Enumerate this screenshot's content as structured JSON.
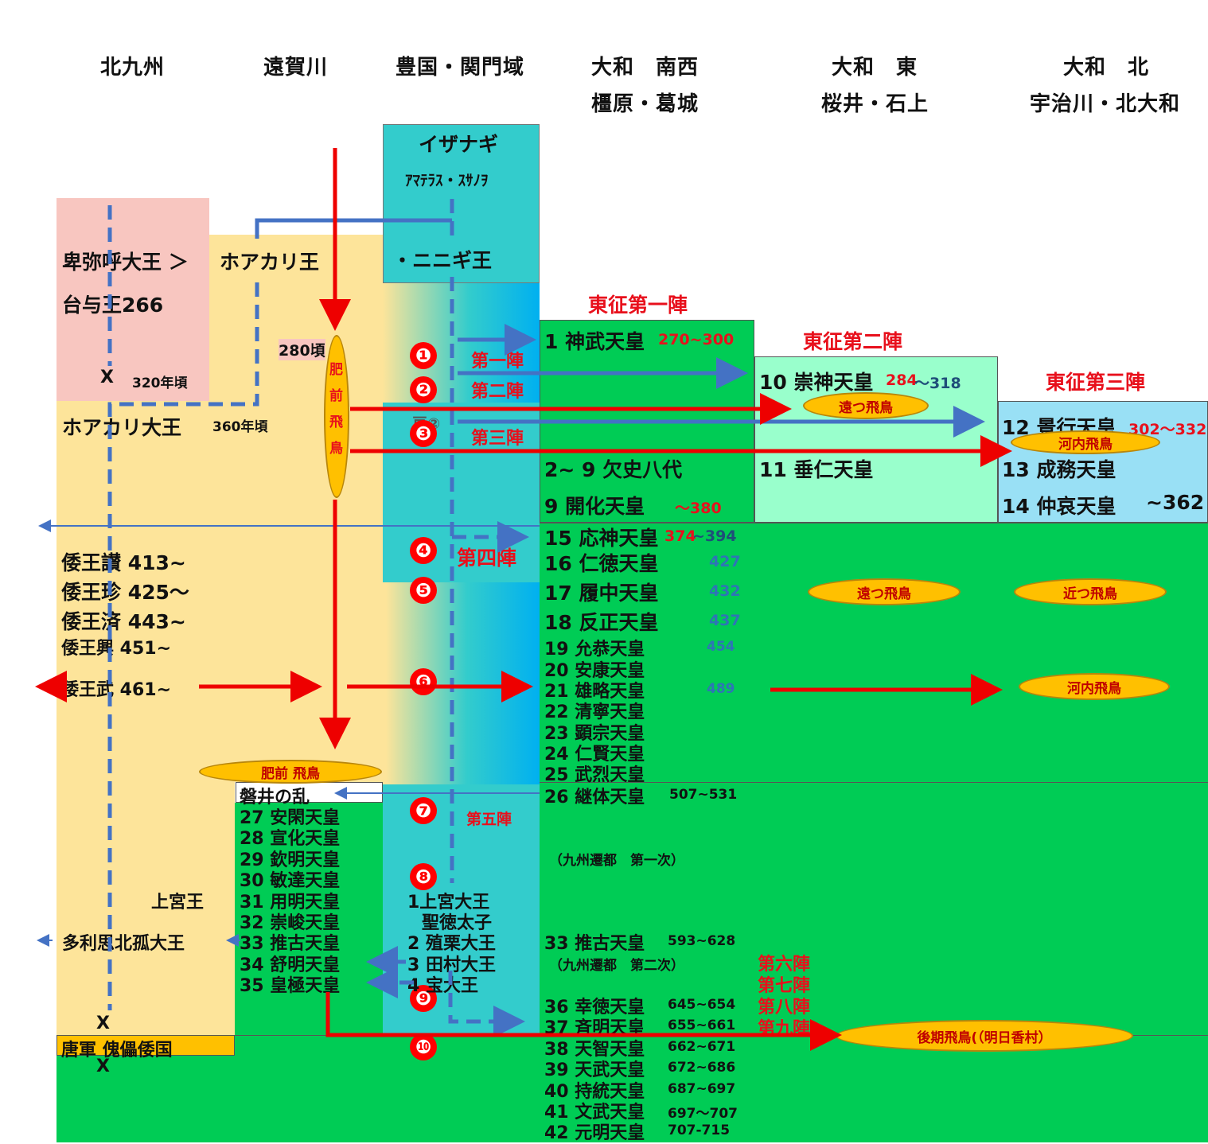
{
  "headers": {
    "kitakyushu": "北九州",
    "ongagawa": "遠賀川",
    "toyokuni": "豊国・関門域",
    "yamato_sw_1": "大和　南西",
    "yamato_sw_2": "橿原・葛城",
    "yamato_e_1": "大和　東",
    "yamato_e_2": "桜井・石上",
    "yamato_n_1": "大和　北",
    "yamato_n_2": "宇治川・北大和"
  },
  "toyokuni_block": {
    "izanagi": "イザナギ",
    "amaterasu": "ｱﾏﾃﾗｽ・ｽｻﾉｦ",
    "ninigi": "・ニニギ王",
    "partial": "豆②"
  },
  "kitakyushu_block": {
    "himiko": "卑弥呼大王 ＞",
    "hoakari_ou": "ホアカリ王",
    "toyo": "台与王266",
    "x1": "X",
    "x1_year": "320年頃",
    "hoakari_daiou": "ホアカリ大王",
    "hoakari_year": "360年頃",
    "year_280": "280頃",
    "hizen_vertical": [
      "肥",
      "前",
      "飛",
      "鳥"
    ]
  },
  "wa_kings": [
    "倭王讃 413~",
    "倭王珍 425～",
    "倭王済 443~",
    "倭王興 451~",
    "倭王武 461~"
  ],
  "campaigns": {
    "c1": "東征第一陣",
    "c2": "東征第二陣",
    "c3": "東征第三陣",
    "j1": "第一陣",
    "j2": "第二陣",
    "j3": "第三陣",
    "j4": "第四陣",
    "j5": "第五陣",
    "j6": "第六陣",
    "j7": "第七陣",
    "j8": "第八陣",
    "j9": "第九陣"
  },
  "circled_numbers": [
    "❶",
    "❷",
    "❸",
    "❹",
    "❺",
    "❻",
    "❼",
    "❽",
    "❾",
    "❿"
  ],
  "emperors_early": {
    "e1": "1 神武天皇",
    "e1_years": "270~300",
    "e10": "10 崇神天皇",
    "e10_years_a": "284",
    "e10_years_b": "～318",
    "e11": "11 垂仁天皇",
    "e2_9": "2~ 9 欠史八代",
    "e9": "9 開化天皇",
    "e9_years": "～380",
    "e12": "12 景行天皇",
    "e12_years": "302～332",
    "e13": "13 成務天皇",
    "e14": "14 仲哀天皇",
    "e14_years": "~362"
  },
  "emperors_mid": [
    {
      "name": "15 応神天皇",
      "years_a": "374",
      "years_b": "~394"
    },
    {
      "name": "16 仁徳天皇",
      "year": "427"
    },
    {
      "name": "17 履中天皇",
      "year": "432"
    },
    {
      "name": "18 反正天皇",
      "year": "437"
    },
    {
      "name": "19 允恭天皇",
      "year": "454"
    },
    {
      "name": "20 安康天皇",
      "year": ""
    },
    {
      "name": "21 雄略天皇",
      "year": "489"
    },
    {
      "name": "22 清寧天皇",
      "year": ""
    },
    {
      "name": "23 顕宗天皇",
      "year": ""
    },
    {
      "name": "24 仁賢天皇",
      "year": ""
    },
    {
      "name": "25 武烈天皇",
      "year": ""
    },
    {
      "name": "26 継体天皇",
      "year": "507~531"
    }
  ],
  "kyushu_emperors": [
    "27 安閑天皇",
    "28 宣化天皇",
    "29 欽明天皇",
    "30 敏達天皇",
    "31 用明天皇",
    "32 崇峻天皇",
    "33 推古天皇",
    "34 舒明天皇",
    "35 皇極天皇"
  ],
  "kyushu_misc": {
    "iwai": "磐井の乱",
    "jogu": "上宮王",
    "tarishihoko": "多利思北孤大王",
    "x2": "X",
    "togun": "唐軍 傀儡倭国",
    "x3": "X"
  },
  "toyokuni_late": [
    "1上宮大王",
    "聖徳太子",
    "2 殖栗大王",
    "3 田村大王",
    "4 宝大王"
  ],
  "kyushu_move": {
    "first": "（九州遷都　第一次）",
    "second": "（九州遷都　第二次）"
  },
  "emperors_late": [
    {
      "name": "33 推古天皇",
      "years": "593~628"
    },
    {
      "name": "36 幸徳天皇",
      "years": "645~654"
    },
    {
      "name": "37 斉明天皇",
      "years": "655~661"
    },
    {
      "name": "38 天智天皇",
      "years": "662~671"
    },
    {
      "name": "39 天武天皇",
      "years": "672~686"
    },
    {
      "name": "40 持統天皇",
      "years": "687~697"
    },
    {
      "name": "41 文武天皇",
      "years": "697～707"
    },
    {
      "name": "42 元明天皇",
      "years": "707-715"
    }
  ],
  "asuka": {
    "toots1": "遠つ飛鳥",
    "kawachi1": "河内飛鳥",
    "toots2": "遠つ飛鳥",
    "chikats": "近つ飛鳥",
    "kawachi2": "河内飛鳥",
    "hizen": "肥前 飛鳥",
    "koki": "後期飛鳥(（明日香村）"
  },
  "colors": {
    "pink": "#f8c6c0",
    "yellow": "#fde49a",
    "teal": "#33cccc",
    "green": "#00cc55",
    "mint": "#99ffcc",
    "lightblue": "#99e0f5",
    "red_arrow": "#ee0000",
    "blue_arrow": "#4472c4",
    "ellipse": "#ffc000"
  }
}
